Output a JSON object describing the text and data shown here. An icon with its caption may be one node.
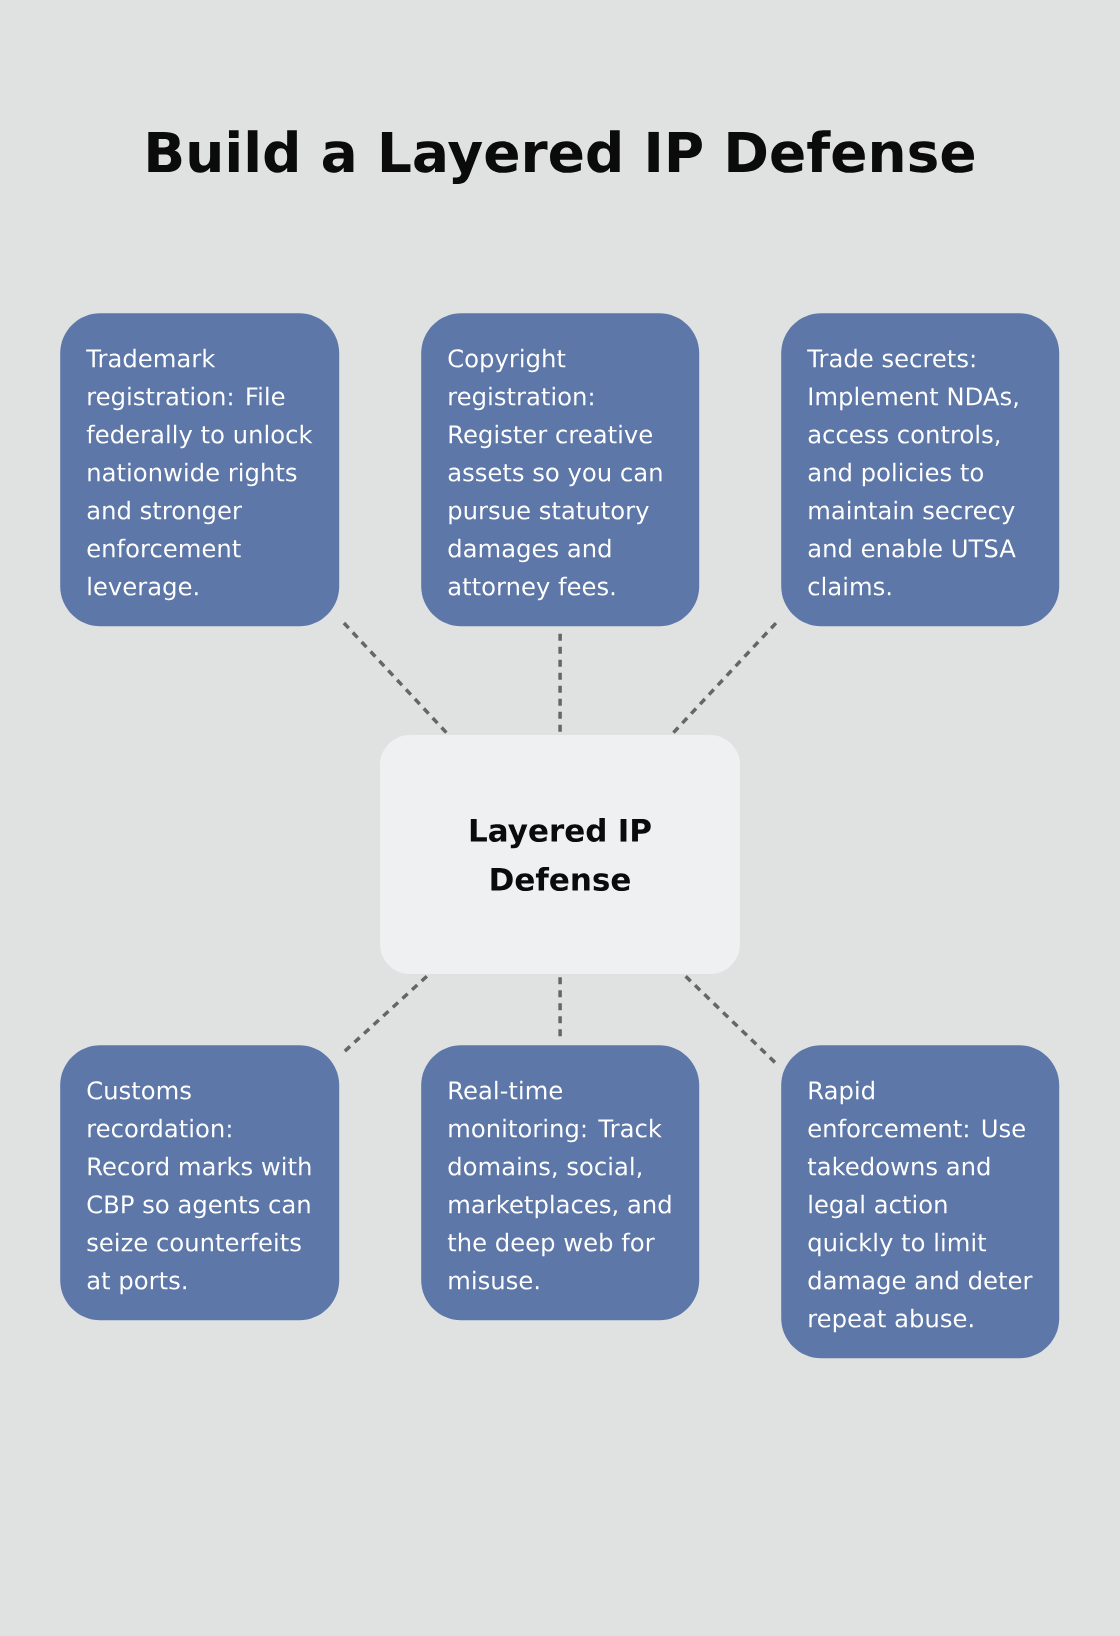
{
  "diagram": {
    "title": "Build a Layered IP Defense",
    "nodes": [
      {
        "text": [
          "Trademark registration: File federally to unlock nationwide rights and stronger enforcement leverage."
        ]
      },
      {
        "text": [
          "Copyright registration: Register creative assets so you can pursue statutory damages and attorney fees."
        ]
      },
      {
        "text": [
          "Trade secrets: Implement NDAs, access controls, and policies to maintain secrecy and enable UTSA claims."
        ]
      },
      {
        "text": [
          "Layered IP Defense"
        ]
      },
      {
        "text": [
          "Customs recordation: Record marks with CBP so agents can seize counterfeits at ports."
        ]
      },
      {
        "text": [
          "Real-time monitoring: Track domains, social, marketplaces, and the deep web for misuse."
        ]
      },
      {
        "text": [
          "Rapid enforcement: Use takedowns and legal action quickly to limit damage and deter repeat abuse."
        ]
      }
    ],
    "edges": [
      {
        "from": 3,
        "to": 0,
        "arrow": "none",
        "style": "dashed"
      },
      {
        "from": 3,
        "to": 1,
        "arrow": "none",
        "style": "dashed"
      },
      {
        "from": 3,
        "to": 2,
        "arrow": "none",
        "style": "dashed"
      },
      {
        "from": 3,
        "to": 4,
        "arrow": "none",
        "style": "dashed"
      },
      {
        "from": 3,
        "to": 5,
        "arrow": "none",
        "style": "dashed"
      },
      {
        "from": 3,
        "to": 6,
        "arrow": "none",
        "style": "dashed"
      }
    ]
  }
}
